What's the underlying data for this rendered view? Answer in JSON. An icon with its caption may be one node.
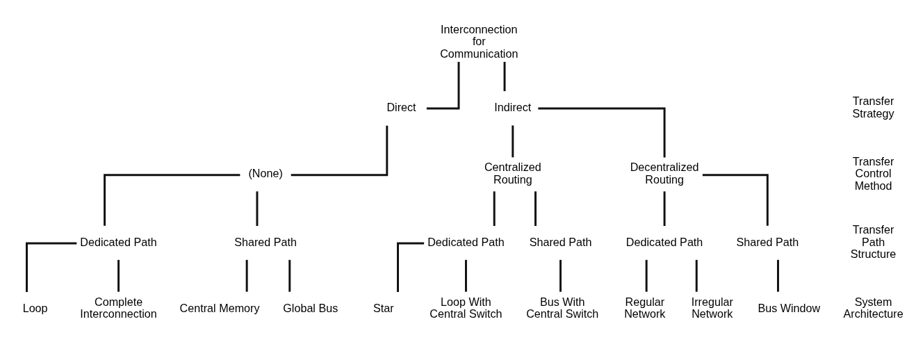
{
  "diagram": {
    "nodes": [
      {
        "text": [
          "Interconnection for Communication"
        ]
      },
      {
        "text": [
          "Direct"
        ]
      },
      {
        "text": [
          "Indirect"
        ]
      },
      {
        "text": [
          "(None)"
        ]
      },
      {
        "text": [
          "Centralized Routing"
        ]
      },
      {
        "text": [
          "Decentralized Routing"
        ]
      },
      {
        "text": [
          "Dedicated Path"
        ]
      },
      {
        "text": [
          "Shared Path"
        ]
      },
      {
        "text": [
          "Dedicated Path"
        ]
      },
      {
        "text": [
          "Shared Path"
        ]
      },
      {
        "text": [
          "Dedicated Path"
        ]
      },
      {
        "text": [
          "Shared Path"
        ]
      },
      {
        "text": [
          "Loop"
        ]
      },
      {
        "text": [
          "Complete Interconnection"
        ]
      },
      {
        "text": [
          "Central Memory"
        ]
      },
      {
        "text": [
          "Global Bus"
        ]
      },
      {
        "text": [
          "Star"
        ]
      },
      {
        "text": [
          "Loop With Central Switch"
        ]
      },
      {
        "text": [
          "Bus With Central Switch"
        ]
      },
      {
        "text": [
          "Regular Network"
        ]
      },
      {
        "text": [
          "Irregular Network"
        ]
      },
      {
        "text": [
          "Bus Window"
        ]
      }
    ],
    "edges": [
      {
        "from": 0,
        "to": 1,
        "arrow": "none"
      },
      {
        "from": 0,
        "to": 2,
        "arrow": "none"
      },
      {
        "from": 1,
        "to": 3,
        "arrow": "none"
      },
      {
        "from": 2,
        "to": 4,
        "arrow": "none"
      },
      {
        "from": 2,
        "to": 5,
        "arrow": "none"
      },
      {
        "from": 3,
        "to": 6,
        "arrow": "none"
      },
      {
        "from": 3,
        "to": 7,
        "arrow": "none"
      },
      {
        "from": 4,
        "to": 8,
        "arrow": "none"
      },
      {
        "from": 4,
        "to": 9,
        "arrow": "none"
      },
      {
        "from": 5,
        "to": 10,
        "arrow": "none"
      },
      {
        "from": 5,
        "to": 11,
        "arrow": "none"
      },
      {
        "from": 6,
        "to": 12,
        "arrow": "none"
      },
      {
        "from": 6,
        "to": 13,
        "arrow": "none"
      },
      {
        "from": 7,
        "to": 14,
        "arrow": "none"
      },
      {
        "from": 7,
        "to": 15,
        "arrow": "none"
      },
      {
        "from": 8,
        "to": 16,
        "arrow": "none"
      },
      {
        "from": 8,
        "to": 17,
        "arrow": "none"
      },
      {
        "from": 9,
        "to": 18,
        "arrow": "none"
      },
      {
        "from": 10,
        "to": 19,
        "arrow": "none"
      },
      {
        "from": 10,
        "to": 20,
        "arrow": "none"
      },
      {
        "from": 11,
        "to": 21,
        "arrow": "none"
      }
    ],
    "labels": [
      "Transfer Strategy",
      "Transfer Control Method",
      "Transfer Path Structure",
      "System Architecture"
    ]
  }
}
